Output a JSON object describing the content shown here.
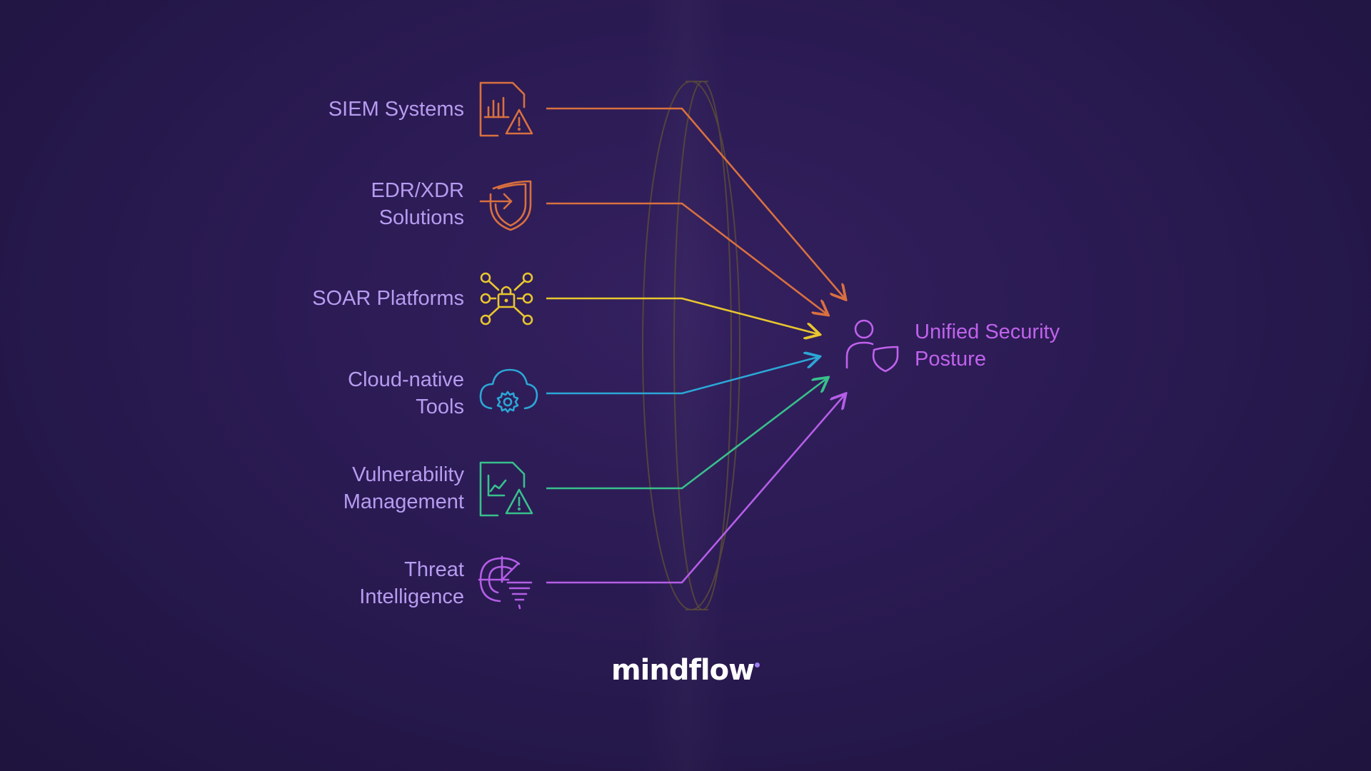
{
  "sources": [
    {
      "label": "SIEM Systems",
      "icon": "siem-report-warning-icon",
      "color": "#d9703f"
    },
    {
      "label": "EDR/XDR\nSolutions",
      "icon": "shield-login-icon",
      "color": "#d9703f"
    },
    {
      "label": "SOAR Platforms",
      "icon": "lock-network-icon",
      "color": "#e8c62e"
    },
    {
      "label": "Cloud-native\nTools",
      "icon": "cloud-gear-icon",
      "color": "#2ba7d6"
    },
    {
      "label": "Vulnerability\nManagement",
      "icon": "chart-document-warning-icon",
      "color": "#38c08c"
    },
    {
      "label": "Threat\nIntelligence",
      "icon": "radar-tornado-icon",
      "color": "#b45ee6"
    }
  ],
  "target": {
    "label": "Unified Security\nPosture",
    "icon": "user-shield-icon",
    "color": "#c062ec"
  },
  "brand": {
    "name": "mindflow",
    "dot_color": "#9d7cf2"
  }
}
